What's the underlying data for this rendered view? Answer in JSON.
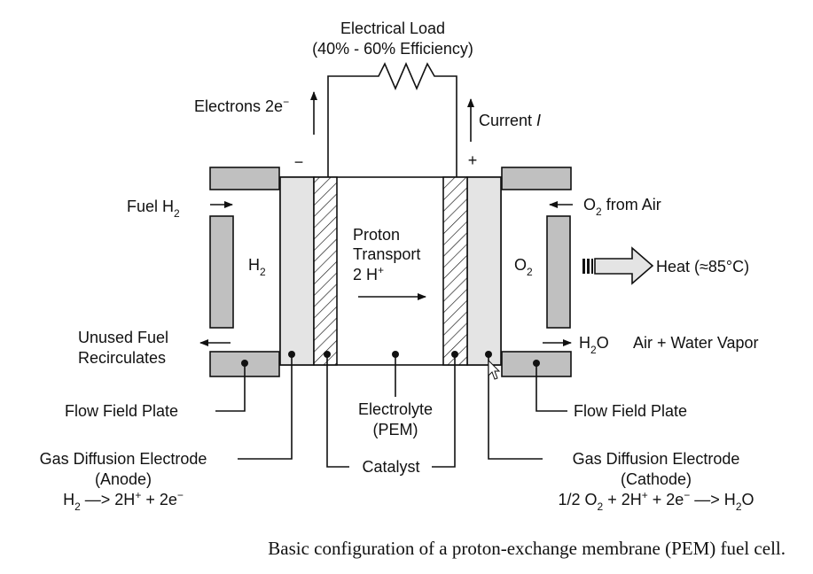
{
  "load": {
    "title": "Electrical Load",
    "efficiency": "(40% - 60% Efficiency)"
  },
  "electrons": {
    "prefix": "Electrons 2e",
    "sup": "−"
  },
  "current": {
    "prefix": "Current ",
    "symbol": "I"
  },
  "terminals": {
    "negative": "−",
    "positive": "+"
  },
  "fuel_in": {
    "prefix": "Fuel H",
    "sub": "2"
  },
  "o2_in": {
    "prefix": "O",
    "sub": "2",
    "suffix": " from Air"
  },
  "anode_gas": {
    "prefix": "H",
    "sub": "2"
  },
  "cathode_gas": {
    "prefix": "O",
    "sub": "2"
  },
  "proton": {
    "line1": "Proton",
    "line2": "Transport",
    "line3_prefix": "2 H",
    "line3_sup": "+"
  },
  "heat": {
    "text": "Heat (≈85°C)"
  },
  "unused": {
    "line1": "Unused Fuel",
    "line2": "Recirculates"
  },
  "water_out": {
    "prefix": "H",
    "sub": "2",
    "suffix": "O",
    "extra": "Air + Water Vapor"
  },
  "ffp_left": "Flow Field Plate",
  "ffp_right": "Flow Field Plate",
  "electrolyte": {
    "line1": "Electrolyte",
    "line2": "(PEM)"
  },
  "catalyst": "Catalyst",
  "anode": {
    "line1": "Gas Diffusion Electrode",
    "line2": "(Anode)",
    "eq": {
      "a": "H",
      "a_sub": "2",
      "b": " —> 2H",
      "b_sup": "+",
      "c": " + 2e",
      "c_sup": "−"
    }
  },
  "cathode": {
    "line1": "Gas Diffusion Electrode",
    "line2": "(Cathode)",
    "eq": {
      "a": "1/2 O",
      "a_sub": "2",
      "b": " + 2H",
      "b_sup": "+",
      "c": " + 2e",
      "c_sup": "−",
      "d": " —> H",
      "d_sub": "2",
      "e": "O"
    }
  },
  "caption": "Basic configuration of a proton-exchange membrane (PEM) fuel cell.",
  "colors": {
    "plate": "#c0c0c0",
    "electrode": "#e4e4e4",
    "line": "#111111"
  }
}
